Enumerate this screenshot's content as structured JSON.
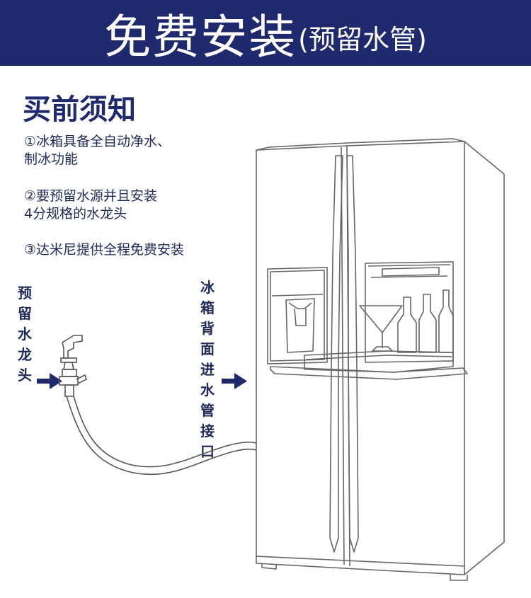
{
  "banner": {
    "title": "免费安装",
    "subtitle": "(预留水管)",
    "background": "#1f2a6e"
  },
  "notice": {
    "heading": "买前须知",
    "items": [
      {
        "lines": [
          "①冰箱具备全自动净水、",
          "制冰功能"
        ]
      },
      {
        "lines": [
          "②要预留水源并且安装",
          "4分规格的水龙头"
        ]
      },
      {
        "lines": [
          "③达米尼提供全程免费安装"
        ]
      }
    ]
  },
  "labels": {
    "faucet": "预留水龙头",
    "inlet": "冰箱背面进水管接口"
  },
  "colors": {
    "accent": "#1f2a6e",
    "line_art": "#555555"
  }
}
